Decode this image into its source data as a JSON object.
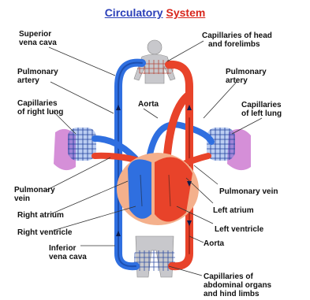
{
  "title": {
    "word1": "Circulatory",
    "word2": "System",
    "word1_color": "#2a3fb8",
    "word2_color": "#d8261c"
  },
  "colors": {
    "deoxygenated": "#2f6fe0",
    "oxygenated": "#e8432a",
    "lung": "#d58fd8",
    "body": "#c8c8cc",
    "heart": "#f4883c"
  },
  "labels": {
    "superior_vena_cava": [
      "Superior",
      "vena cava"
    ],
    "capillaries_head": [
      "Capillaries of head",
      "and forelimbs"
    ],
    "pulmonary_artery_left": [
      "Pulmonary",
      "artery"
    ],
    "pulmonary_artery_right": [
      "Pulmonary",
      "artery"
    ],
    "aorta_top": [
      "Aorta"
    ],
    "capillaries_right_lung": [
      "Capillaries",
      "of right lung"
    ],
    "capillaries_left_lung": [
      "Capillaries",
      "of left lung"
    ],
    "pulmonary_vein_left": [
      "Pulmonary",
      "vein"
    ],
    "pulmonary_vein_right": [
      "Pulmonary vein"
    ],
    "right_atrium": [
      "Right atrium"
    ],
    "left_atrium": [
      "Left atrium"
    ],
    "right_ventricle": [
      "Right ventricle"
    ],
    "left_ventricle": [
      "Left ventricle"
    ],
    "inferior_vena_cava": [
      "Inferior",
      "vena cava"
    ],
    "aorta_bottom": [
      "Aorta"
    ],
    "capillaries_abdominal": [
      "Capillaries of",
      "abdominal organs",
      "and hind limbs"
    ]
  }
}
